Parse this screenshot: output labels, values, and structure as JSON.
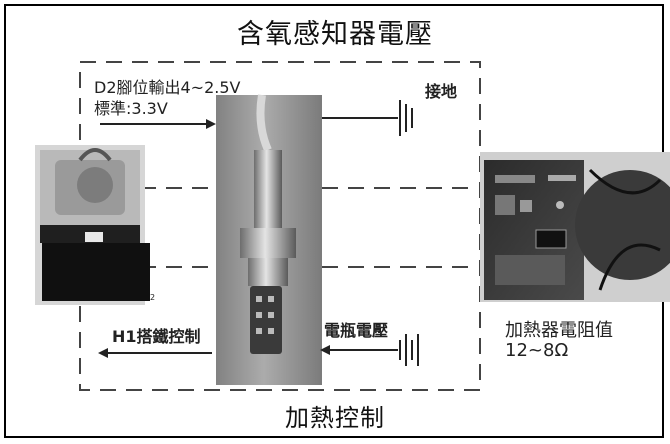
{
  "diagram": {
    "title": "含氧感知器電壓",
    "bottom_title": "加熱控制",
    "d2_line1": "D2腳位輸出4~2.5V",
    "d2_line2": "標準:3.3V",
    "ground_label": "接地",
    "h1_label": "H1搭鐵控制",
    "battery_label": "電瓶電壓",
    "heater_label_line1": "加熱器電阻值",
    "heater_label_line2": "12~8Ω",
    "throttle_caption": "2"
  }
}
